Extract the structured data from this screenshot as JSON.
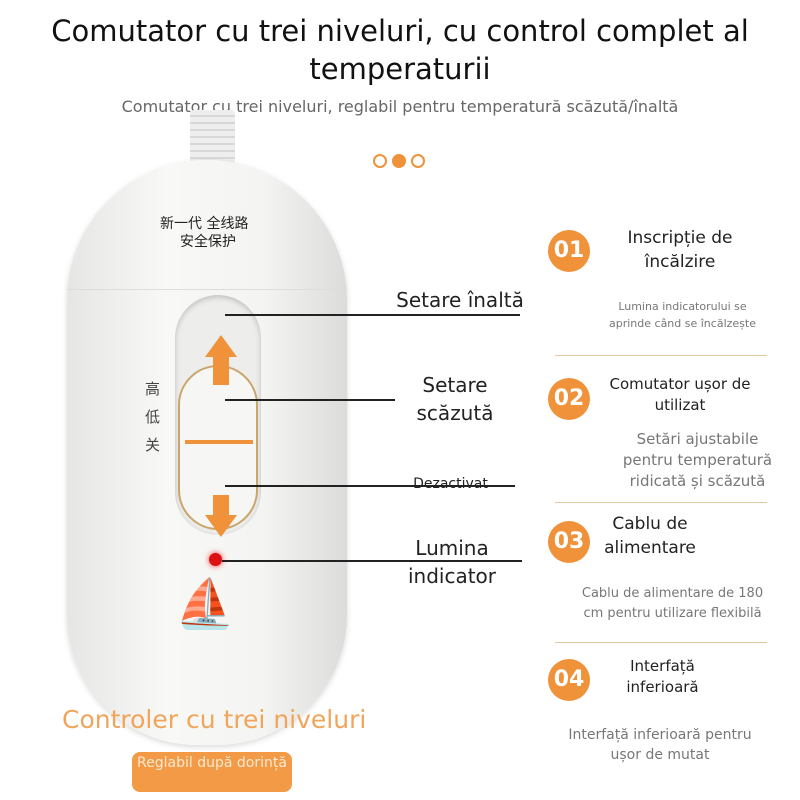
{
  "header": {
    "title": "Comutator cu trei niveluri, cu control complet al temperaturii",
    "subtitle": "Comutator cu trei niveluri, reglabil pentru temperatură scăzută/înaltă"
  },
  "carousel": {
    "active_index": 1,
    "count": 3,
    "accent": "#f0923a"
  },
  "device": {
    "logo_line1": "新一代 全线路",
    "logo_line2": "安全保护",
    "levels": "高低关",
    "indicator_color": "#dd1111"
  },
  "callouts": {
    "high": "Setare înaltă",
    "low": "Setare scăzută",
    "off": "Dezactivat",
    "light": "Lumina indicator"
  },
  "caption": {
    "title": "Controler cu trei niveluri",
    "button": "Reglabil după dorință"
  },
  "features": [
    {
      "num": "01",
      "title": "Inscripție de încălzire",
      "desc": "Lumina indicatorului se aprinde când se încălzește"
    },
    {
      "num": "02",
      "title": "Comutator ușor de utilizat",
      "desc": "Setări ajustabile pentru temperatură ridicată și scăzută"
    },
    {
      "num": "03",
      "title": "Cablu de alimentare",
      "desc": "Cablu de alimentare de 180 cm pentru utilizare flexibilă"
    },
    {
      "num": "04",
      "title": "Interfață inferioară",
      "desc": "Interfață inferioară pentru ușor de mutat"
    }
  ]
}
